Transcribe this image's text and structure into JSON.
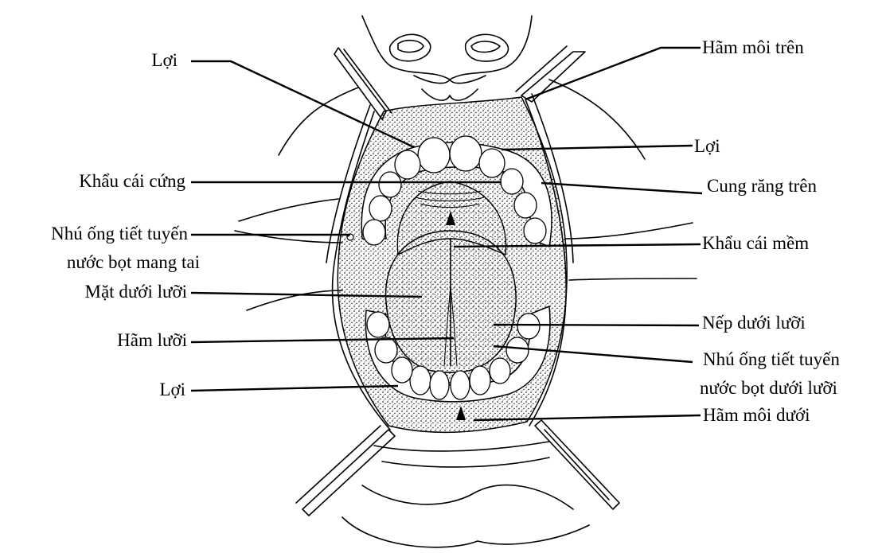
{
  "labels": {
    "left": {
      "loi_top": "Lợi",
      "khau_cai_cung": "Khẩu cái cứng",
      "nhu_ong_mang_tai_1": "Nhú ống tiết tuyến",
      "nhu_ong_mang_tai_2": "nước bọt mang tai",
      "mat_duoi_luoi": "Mặt dưới lưỡi",
      "ham_luoi": "Hãm lưỡi",
      "loi_bottom": "Lợi"
    },
    "right": {
      "ham_moi_tren": "Hãm môi trên",
      "loi": "Lợi",
      "cung_rang_tren": "Cung răng trên",
      "khau_cai_mem": "Khẩu cái mềm",
      "nep_duoi_luoi": "Nếp dưới lưỡi",
      "nhu_ong_duoi_luoi_1": "Nhú ống tiết tuyến",
      "nhu_ong_duoi_luoi_2": "nước bọt dưới lưỡi",
      "ham_moi_duoi": "Hãm môi dưới"
    }
  }
}
